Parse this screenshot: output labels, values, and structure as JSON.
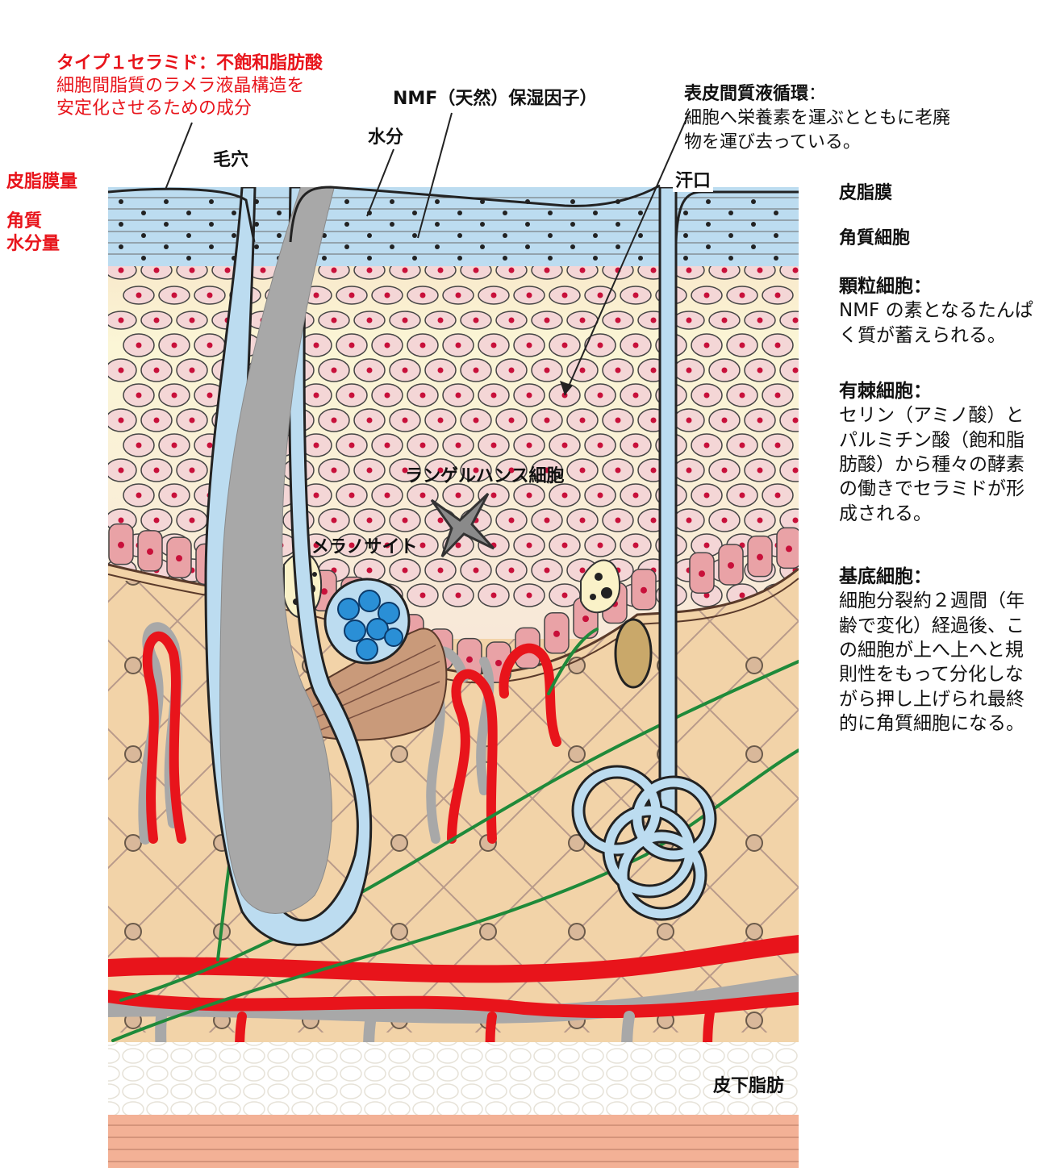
{
  "colors": {
    "blood_vessel": "#e8141b",
    "lymph_vessel": "#a8a8a8",
    "nerve": "#1f8a3a",
    "sebum": "#bcdcf0",
    "cell_fill": "#f4d6d6",
    "cell_nucleus": "#c8103a",
    "dermis": "#f2d3a8",
    "basal_cell": "#e9a2a6",
    "sebaceous_gland": "#2a8fd6",
    "fat": "#ffffff",
    "deep_tissue": "#f3b196"
  },
  "icons": {
    "hair": "hair-shaft-icon",
    "sweat_gland": "sweat-gland-coil-icon",
    "langerhans": "langerhans-cell-icon",
    "sebaceous": "sebaceous-gland-icon"
  },
  "callouts": {
    "ceramide_title": "タイプ１セラミド：不飽和脂肪酸",
    "ceramide_line1": "細胞間脂質のラメラ液晶構造を",
    "ceramide_line2": "安定化させるための成分",
    "nmf": "NMF（天然）保湿因子）",
    "water": "水分",
    "pore": "毛穴",
    "circulation_title": "表皮間質液循環",
    "circulation_colon": "：",
    "circulation_line1": "細胞へ栄養素を運ぶとともに老廃",
    "circulation_line2": "物を運び去っている。",
    "sweat_pore": "汗口",
    "langerhans": "ランゲルハンス細胞",
    "melanocyte": "メラノサイト",
    "subcutaneous_fat": "皮下脂肪"
  },
  "left_labels": {
    "sebum_amount": "皮脂膜量",
    "keratin": "角質",
    "water_amount": "水分量"
  },
  "right_panel": {
    "sebum_film": "皮脂膜",
    "horny_cells": "角質細胞",
    "granular_title": "顆粒細胞：",
    "granular_desc": [
      "NMF の素となるたんぱ",
      "く質が蓄えられる。"
    ],
    "spinous_title": "有棘細胞：",
    "spinous_desc": [
      "セリン（アミノ酸）と",
      "パルミチン酸（飽和脂",
      "肪酸）から種々の酵素",
      "の働きでセラミドが形",
      "成される。"
    ],
    "basal_title": "基底細胞：",
    "basal_desc": [
      "細胞分裂約２週間（年",
      "齢で変化）経過後、こ",
      "の細胞が上へ上へと規",
      "則性をもって分化しな",
      "がら押し上げられ最終",
      "的に角質細胞になる。"
    ]
  }
}
